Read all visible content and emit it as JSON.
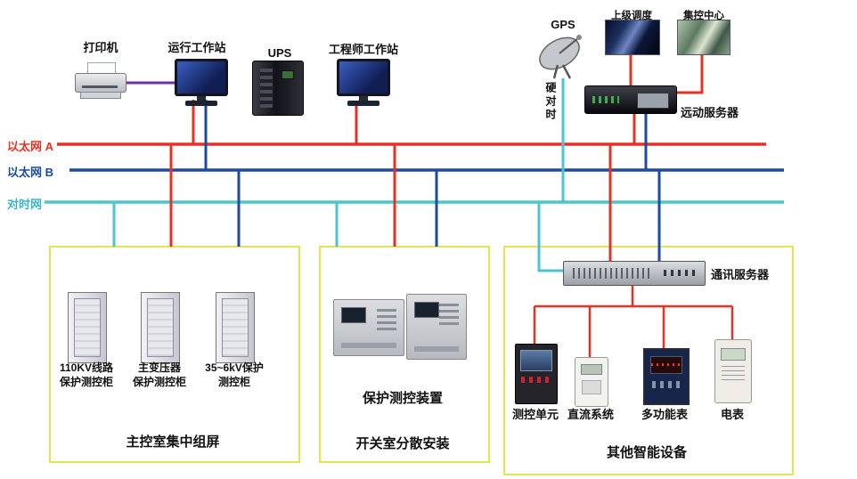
{
  "buses": {
    "ethernet_a": "以太网 A",
    "ethernet_b": "以太网 B",
    "time_sync": "对时网"
  },
  "top": {
    "printer": "打印机",
    "operator_station": "运行工作站",
    "ups": "UPS",
    "engineer_station": "工程师工作站",
    "gps": "GPS",
    "hard_time_sync": "硬对时",
    "upper_dispatch": "上级调度",
    "central_control": "集控中心",
    "telecontrol_server": "远动服务器"
  },
  "left_box": {
    "cabinets": [
      {
        "line1": "110KV线路",
        "line2": "保护测控柜"
      },
      {
        "line1": "主变压器",
        "line2": "保护测控柜"
      },
      {
        "line1": "35~6kV保护",
        "line2": "测控柜"
      }
    ],
    "caption": "主控室集中组屏"
  },
  "middle_box": {
    "device_label": "保护测控装置",
    "caption": "开关室分散安装"
  },
  "right_box": {
    "comm_server": "通讯服务器",
    "devices": [
      {
        "label": "测控单元"
      },
      {
        "label": "直流系统"
      },
      {
        "label": "多功能表"
      },
      {
        "label": "电表"
      }
    ],
    "caption": "其他智能设备"
  },
  "colors": {
    "ethernet_a": "#e63226",
    "ethernet_b": "#1c4ba0",
    "time_sync": "#4fc3d4",
    "printer_link": "#7030a0",
    "device_link": "#e63226",
    "box_border": "#e4e455"
  }
}
